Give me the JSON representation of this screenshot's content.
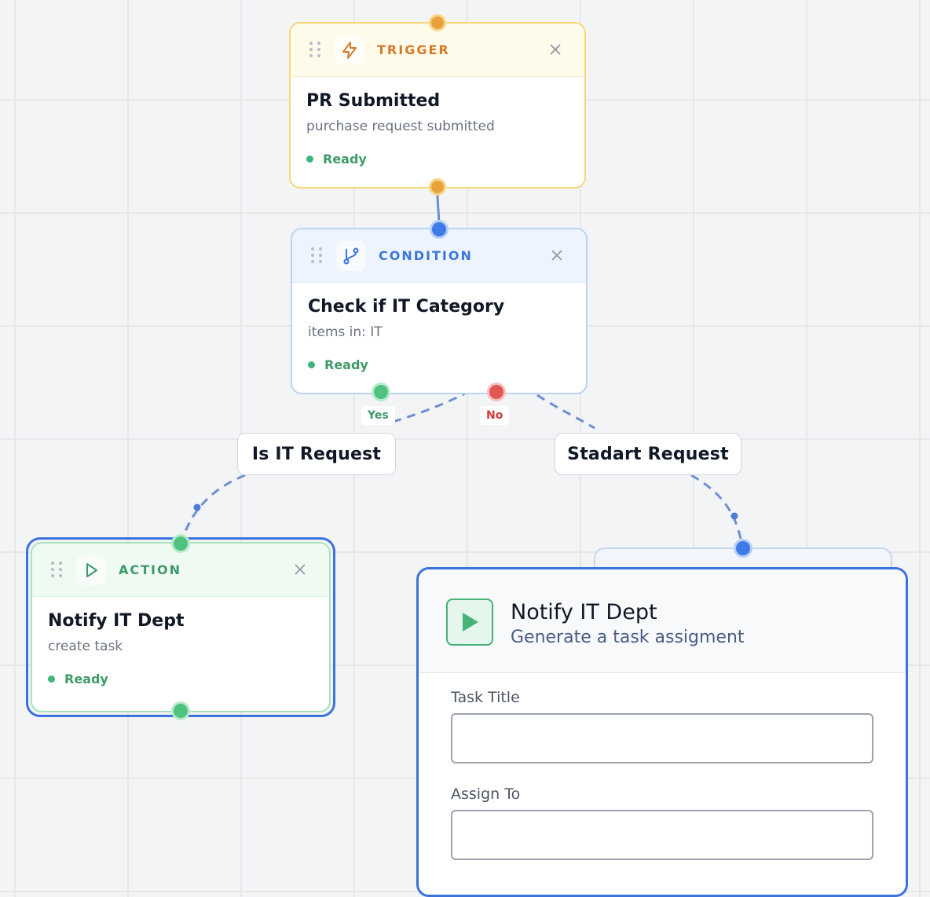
{
  "nodes": {
    "trigger": {
      "type_label": "TRIGGER",
      "title": "PR Submitted",
      "subtitle": "purchase request submitted",
      "status": "Ready",
      "icon": "lightning-bolt-icon"
    },
    "condition": {
      "type_label": "CONDITION",
      "title": "Check if IT Category",
      "subtitle": "items in: IT",
      "status": "Ready",
      "icon": "git-branch-icon"
    },
    "action": {
      "type_label": "ACTION",
      "title": "Notify IT Dept",
      "subtitle": "create task",
      "status": "Ready",
      "icon": "play-icon"
    }
  },
  "edges": {
    "yes_tag": "Yes",
    "no_tag": "No",
    "yes_label": "Is IT Request",
    "no_label": "Stadart Request"
  },
  "panel": {
    "title": "Notify IT Dept",
    "subtitle": "Generate a task assigment",
    "icon": "play-icon",
    "fields": [
      {
        "label": "Task Title",
        "value": "",
        "placeholder": ""
      },
      {
        "label": "Assign To",
        "value": "",
        "placeholder": ""
      }
    ]
  },
  "colors": {
    "trigger": "#e8a23a",
    "condition": "#3e7ae8",
    "action": "#4fc27f",
    "no_branch": "#e25555",
    "selection": "#3b72dc",
    "edge": "#6e8fd4"
  }
}
